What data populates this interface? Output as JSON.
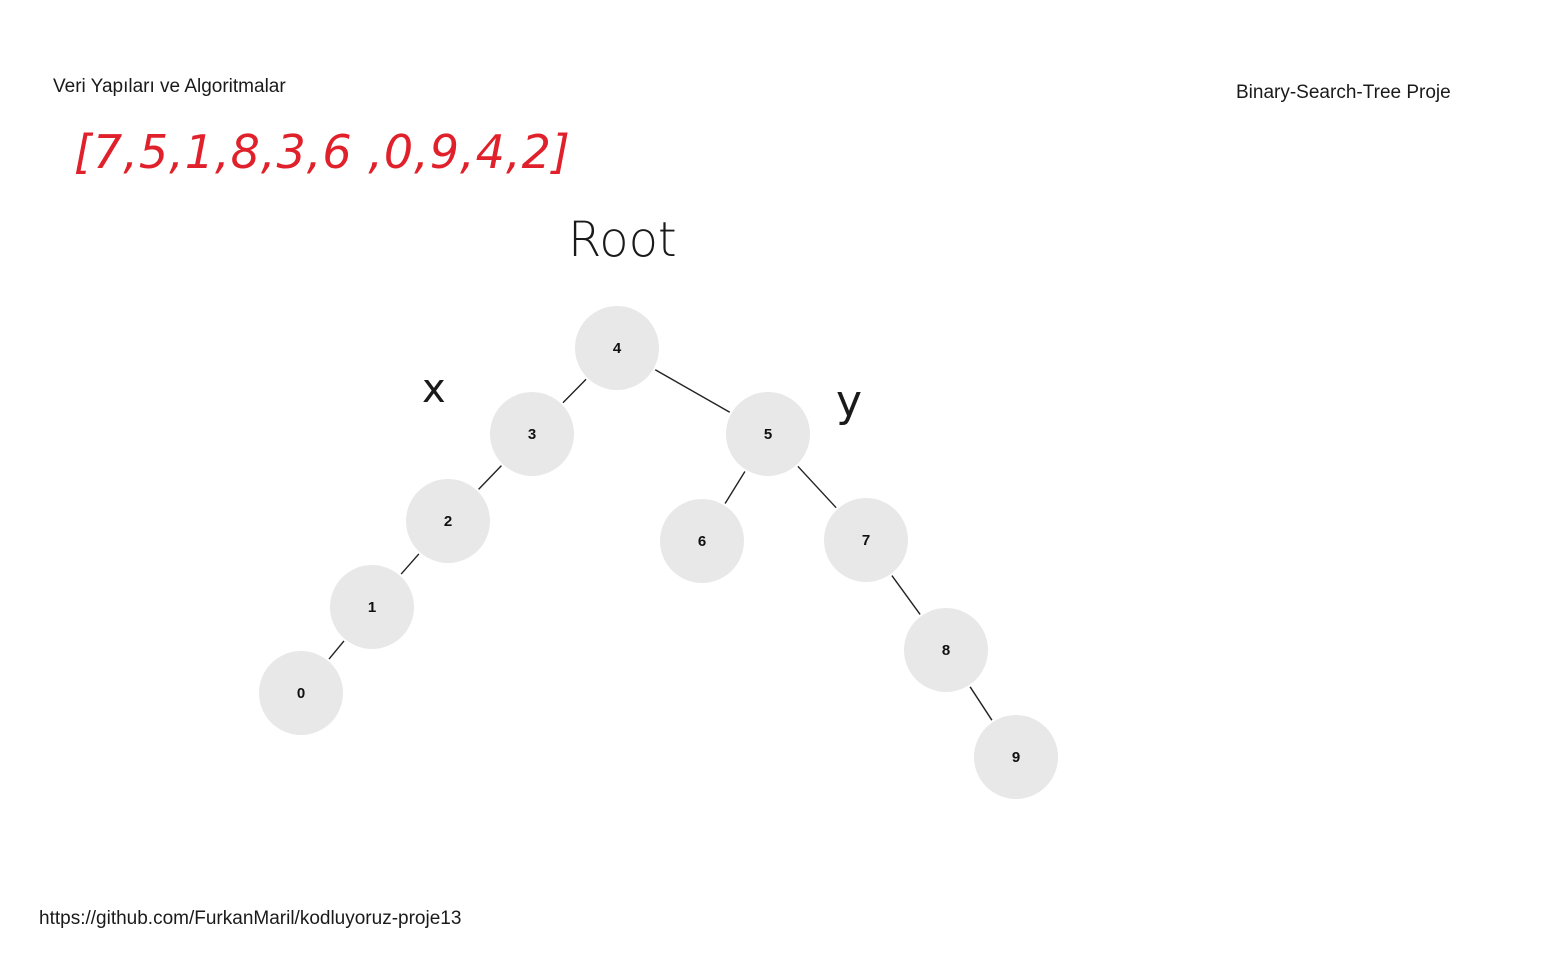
{
  "header": {
    "course_title": "Veri Yapıları ve Algoritmalar",
    "project_title": "Binary-Search-Tree Proje"
  },
  "input_array": {
    "text": "[7,5,1,8,3,6 ,0,9,4,2]"
  },
  "annotations": {
    "root": "Root",
    "left": "x",
    "right": "y"
  },
  "tree": {
    "nodes": [
      {
        "id": "n4",
        "value": "4"
      },
      {
        "id": "n3",
        "value": "3"
      },
      {
        "id": "n5",
        "value": "5"
      },
      {
        "id": "n2",
        "value": "2"
      },
      {
        "id": "n6",
        "value": "6"
      },
      {
        "id": "n7",
        "value": "7"
      },
      {
        "id": "n1",
        "value": "1"
      },
      {
        "id": "n8",
        "value": "8"
      },
      {
        "id": "n0",
        "value": "0"
      },
      {
        "id": "n9",
        "value": "9"
      }
    ],
    "edges": [
      [
        "n4",
        "n3"
      ],
      [
        "n4",
        "n5"
      ],
      [
        "n3",
        "n2"
      ],
      [
        "n2",
        "n1"
      ],
      [
        "n1",
        "n0"
      ],
      [
        "n5",
        "n6"
      ],
      [
        "n5",
        "n7"
      ],
      [
        "n7",
        "n8"
      ],
      [
        "n8",
        "n9"
      ]
    ],
    "node_color": "#e8e8e8"
  },
  "footer": {
    "url": "https://github.com/FurkanMaril/kodluyoruz-proje13"
  },
  "colors": {
    "array_ink": "#e0212b",
    "text": "#1a1a1a"
  }
}
